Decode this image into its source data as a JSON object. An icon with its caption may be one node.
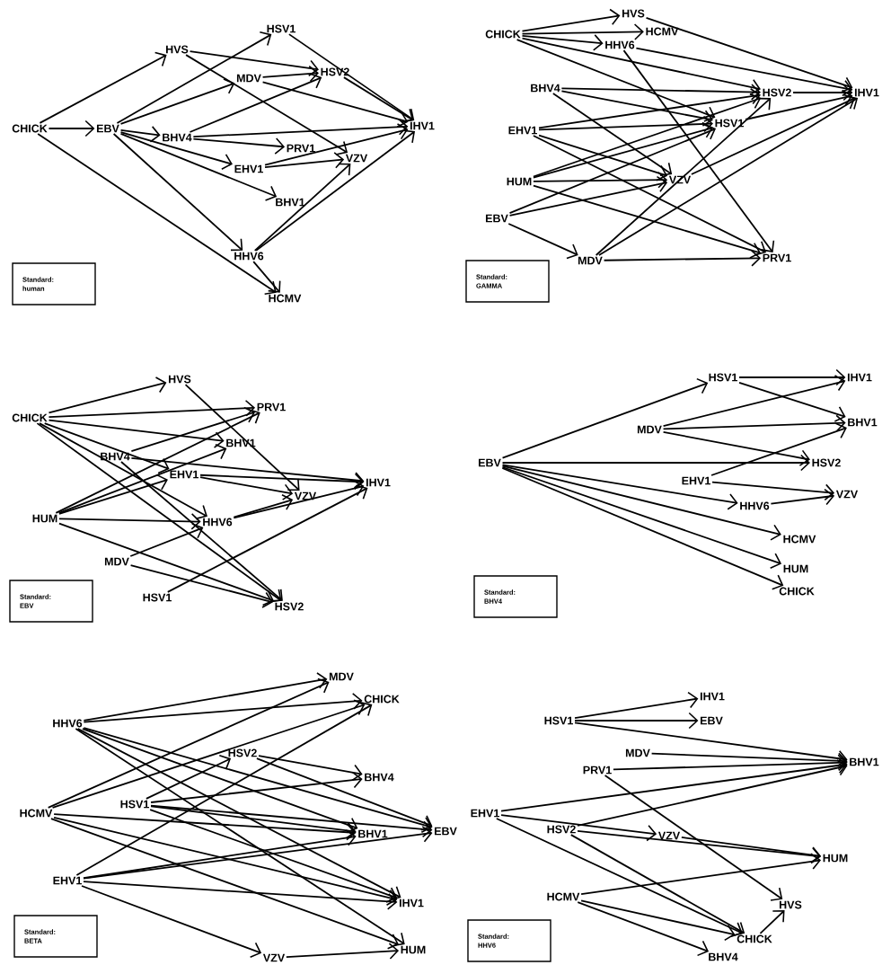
{
  "diagram": {
    "nodes": [
      {
        "text": [
          "CHICK"
        ]
      },
      {
        "text": [
          "EBV"
        ]
      },
      {
        "text": [
          "HVS"
        ]
      },
      {
        "text": [
          "HSV1"
        ]
      },
      {
        "text": [
          "MDV"
        ]
      },
      {
        "text": [
          "HSV2"
        ]
      },
      {
        "text": [
          "BHV4"
        ]
      },
      {
        "text": [
          "PRV1"
        ]
      },
      {
        "text": [
          "EHV1"
        ]
      },
      {
        "text": [
          "VZV"
        ]
      },
      {
        "text": [
          "IHV1"
        ]
      },
      {
        "text": [
          "BHV1"
        ]
      },
      {
        "text": [
          "HHV6"
        ]
      },
      {
        "text": [
          "HCMV"
        ]
      },
      {
        "text": [
          "Standard:",
          "human"
        ]
      },
      {
        "text": [
          "HVS"
        ]
      },
      {
        "text": [
          "CHICK"
        ]
      },
      {
        "text": [
          "HCMV"
        ]
      },
      {
        "text": [
          "HHV6"
        ]
      },
      {
        "text": [
          "BHV4"
        ]
      },
      {
        "text": [
          "HSV2"
        ]
      },
      {
        "text": [
          "IHV1"
        ]
      },
      {
        "text": [
          "EHV1"
        ]
      },
      {
        "text": [
          "HSV1"
        ]
      },
      {
        "text": [
          "HUM"
        ]
      },
      {
        "text": [
          "VZV"
        ]
      },
      {
        "text": [
          "EBV"
        ]
      },
      {
        "text": [
          "MDV"
        ]
      },
      {
        "text": [
          "PRV1"
        ]
      },
      {
        "text": [
          "Standard:",
          "GAMMA"
        ]
      },
      {
        "text": [
          "HVS"
        ]
      },
      {
        "text": [
          "CHICK"
        ]
      },
      {
        "text": [
          "PRV1"
        ]
      },
      {
        "text": [
          "BHV1"
        ]
      },
      {
        "text": [
          "BHV4"
        ]
      },
      {
        "text": [
          "EHV1"
        ]
      },
      {
        "text": [
          "IHV1"
        ]
      },
      {
        "text": [
          "VZV"
        ]
      },
      {
        "text": [
          "HUM"
        ]
      },
      {
        "text": [
          "HHV6"
        ]
      },
      {
        "text": [
          "MDV"
        ]
      },
      {
        "text": [
          "HSV1"
        ]
      },
      {
        "text": [
          "HSV2"
        ]
      },
      {
        "text": [
          "Standard:",
          "EBV"
        ]
      },
      {
        "text": [
          "HSV1"
        ]
      },
      {
        "text": [
          "IHV1"
        ]
      },
      {
        "text": [
          "MDV"
        ]
      },
      {
        "text": [
          "BHV1"
        ]
      },
      {
        "text": [
          "EBV"
        ]
      },
      {
        "text": [
          "HSV2"
        ]
      },
      {
        "text": [
          "EHV1"
        ]
      },
      {
        "text": [
          "VZV"
        ]
      },
      {
        "text": [
          "HHV6"
        ]
      },
      {
        "text": [
          "HCMV"
        ]
      },
      {
        "text": [
          "HUM"
        ]
      },
      {
        "text": [
          "CHICK"
        ]
      },
      {
        "text": [
          "Standard:",
          "BHV4"
        ]
      },
      {
        "text": [
          "MDV"
        ]
      },
      {
        "text": [
          "CHICK"
        ]
      },
      {
        "text": [
          "HHV6"
        ]
      },
      {
        "text": [
          "HSV2"
        ]
      },
      {
        "text": [
          "BHV4"
        ]
      },
      {
        "text": [
          "HCMV"
        ]
      },
      {
        "text": [
          "HSV1"
        ]
      },
      {
        "text": [
          "BHV1"
        ]
      },
      {
        "text": [
          "EBV"
        ]
      },
      {
        "text": [
          "EHV1"
        ]
      },
      {
        "text": [
          "IHV1"
        ]
      },
      {
        "text": [
          "HUM"
        ]
      },
      {
        "text": [
          "VZV"
        ]
      },
      {
        "text": [
          "Standard:",
          "BETA"
        ]
      },
      {
        "text": [
          "IHV1"
        ]
      },
      {
        "text": [
          "HSV1"
        ]
      },
      {
        "text": [
          "EBV"
        ]
      },
      {
        "text": [
          "MDV"
        ]
      },
      {
        "text": [
          "BHV1"
        ]
      },
      {
        "text": [
          "PRV1"
        ]
      },
      {
        "text": [
          "EHV1"
        ]
      },
      {
        "text": [
          "HSV2"
        ]
      },
      {
        "text": [
          "VZV"
        ]
      },
      {
        "text": [
          "HUM"
        ]
      },
      {
        "text": [
          "HCMV"
        ]
      },
      {
        "text": [
          "HVS"
        ]
      },
      {
        "text": [
          "CHICK"
        ]
      },
      {
        "text": [
          "BHV4"
        ]
      },
      {
        "text": [
          "Standard:",
          "HHV6"
        ]
      }
    ],
    "edges": [
      {
        "from": 0,
        "to": 2,
        "arrow": "to"
      },
      {
        "from": 0,
        "to": 1,
        "arrow": "to"
      },
      {
        "from": 0,
        "to": 13,
        "arrow": "to"
      },
      {
        "from": 1,
        "to": 3,
        "arrow": "to"
      },
      {
        "from": 1,
        "to": 4,
        "arrow": "to"
      },
      {
        "from": 1,
        "to": 6,
        "arrow": "to"
      },
      {
        "from": 1,
        "to": 8,
        "arrow": "to"
      },
      {
        "from": 1,
        "to": 11,
        "arrow": "to"
      },
      {
        "from": 1,
        "to": 12,
        "arrow": "to"
      },
      {
        "from": 2,
        "to": 5,
        "arrow": "to"
      },
      {
        "from": 2,
        "to": 9,
        "arrow": "to"
      },
      {
        "from": 3,
        "to": 10,
        "arrow": "to"
      },
      {
        "from": 4,
        "to": 5,
        "arrow": "to"
      },
      {
        "from": 4,
        "to": 10,
        "arrow": "to"
      },
      {
        "from": 5,
        "to": 10,
        "arrow": "to"
      },
      {
        "from": 6,
        "to": 5,
        "arrow": "to"
      },
      {
        "from": 6,
        "to": 10,
        "arrow": "to"
      },
      {
        "from": 6,
        "to": 7,
        "arrow": "to"
      },
      {
        "from": 8,
        "to": 9,
        "arrow": "to"
      },
      {
        "from": 8,
        "to": 10,
        "arrow": "to"
      },
      {
        "from": 12,
        "to": 9,
        "arrow": "to"
      },
      {
        "from": 12,
        "to": 10,
        "arrow": "to"
      },
      {
        "from": 12,
        "to": 13,
        "arrow": "to"
      },
      {
        "from": 16,
        "to": 15,
        "arrow": "to"
      },
      {
        "from": 16,
        "to": 17,
        "arrow": "to"
      },
      {
        "from": 16,
        "to": 18,
        "arrow": "to"
      },
      {
        "from": 16,
        "to": 20,
        "arrow": "to"
      },
      {
        "from": 16,
        "to": 23,
        "arrow": "to"
      },
      {
        "from": 15,
        "to": 21,
        "arrow": "to"
      },
      {
        "from": 18,
        "to": 21,
        "arrow": "to"
      },
      {
        "from": 18,
        "to": 28,
        "arrow": "to"
      },
      {
        "from": 19,
        "to": 20,
        "arrow": "to"
      },
      {
        "from": 19,
        "to": 23,
        "arrow": "to"
      },
      {
        "from": 19,
        "to": 25,
        "arrow": "to"
      },
      {
        "from": 22,
        "to": 20,
        "arrow": "to"
      },
      {
        "from": 22,
        "to": 23,
        "arrow": "to"
      },
      {
        "from": 22,
        "to": 25,
        "arrow": "to"
      },
      {
        "from": 22,
        "to": 28,
        "arrow": "to"
      },
      {
        "from": 24,
        "to": 20,
        "arrow": "to"
      },
      {
        "from": 24,
        "to": 23,
        "arrow": "to"
      },
      {
        "from": 24,
        "to": 25,
        "arrow": "to"
      },
      {
        "from": 24,
        "to": 28,
        "arrow": "to"
      },
      {
        "from": 26,
        "to": 23,
        "arrow": "to"
      },
      {
        "from": 26,
        "to": 25,
        "arrow": "to"
      },
      {
        "from": 26,
        "to": 27,
        "arrow": "to"
      },
      {
        "from": 27,
        "to": 20,
        "arrow": "to"
      },
      {
        "from": 27,
        "to": 21,
        "arrow": "to"
      },
      {
        "from": 27,
        "to": 28,
        "arrow": "to"
      },
      {
        "from": 23,
        "to": 21,
        "arrow": "to"
      },
      {
        "from": 20,
        "to": 21,
        "arrow": "to"
      },
      {
        "from": 25,
        "to": 21,
        "arrow": "to"
      },
      {
        "from": 31,
        "to": 30,
        "arrow": "to"
      },
      {
        "from": 31,
        "to": 32,
        "arrow": "to"
      },
      {
        "from": 31,
        "to": 33,
        "arrow": "to"
      },
      {
        "from": 31,
        "to": 35,
        "arrow": "to"
      },
      {
        "from": 31,
        "to": 39,
        "arrow": "to"
      },
      {
        "from": 31,
        "to": 42,
        "arrow": "to"
      },
      {
        "from": 30,
        "to": 37,
        "arrow": "to"
      },
      {
        "from": 34,
        "to": 32,
        "arrow": "to"
      },
      {
        "from": 34,
        "to": 42,
        "arrow": "to"
      },
      {
        "from": 34,
        "to": 36,
        "arrow": "to"
      },
      {
        "from": 35,
        "to": 36,
        "arrow": "to"
      },
      {
        "from": 35,
        "to": 37,
        "arrow": "to"
      },
      {
        "from": 38,
        "to": 32,
        "arrow": "to"
      },
      {
        "from": 38,
        "to": 33,
        "arrow": "to"
      },
      {
        "from": 38,
        "to": 35,
        "arrow": "to"
      },
      {
        "from": 38,
        "to": 39,
        "arrow": "to"
      },
      {
        "from": 38,
        "to": 42,
        "arrow": "to"
      },
      {
        "from": 39,
        "to": 37,
        "arrow": "to"
      },
      {
        "from": 39,
        "to": 36,
        "arrow": "to"
      },
      {
        "from": 40,
        "to": 39,
        "arrow": "to"
      },
      {
        "from": 40,
        "to": 42,
        "arrow": "to"
      },
      {
        "from": 41,
        "to": 36,
        "arrow": "to"
      },
      {
        "from": 48,
        "to": 44,
        "arrow": "to"
      },
      {
        "from": 48,
        "to": 49,
        "arrow": "to"
      },
      {
        "from": 48,
        "to": 52,
        "arrow": "to"
      },
      {
        "from": 48,
        "to": 53,
        "arrow": "to"
      },
      {
        "from": 48,
        "to": 54,
        "arrow": "to"
      },
      {
        "from": 48,
        "to": 55,
        "arrow": "to"
      },
      {
        "from": 44,
        "to": 45,
        "arrow": "to"
      },
      {
        "from": 44,
        "to": 47,
        "arrow": "to"
      },
      {
        "from": 46,
        "to": 45,
        "arrow": "to"
      },
      {
        "from": 46,
        "to": 47,
        "arrow": "to"
      },
      {
        "from": 46,
        "to": 49,
        "arrow": "to"
      },
      {
        "from": 50,
        "to": 47,
        "arrow": "to"
      },
      {
        "from": 50,
        "to": 51,
        "arrow": "to"
      },
      {
        "from": 52,
        "to": 51,
        "arrow": "to"
      },
      {
        "from": 59,
        "to": 57,
        "arrow": "to"
      },
      {
        "from": 59,
        "to": 58,
        "arrow": "to"
      },
      {
        "from": 59,
        "to": 65,
        "arrow": "to"
      },
      {
        "from": 59,
        "to": 64,
        "arrow": "to"
      },
      {
        "from": 59,
        "to": 67,
        "arrow": "to"
      },
      {
        "from": 59,
        "to": 68,
        "arrow": "to"
      },
      {
        "from": 62,
        "to": 57,
        "arrow": "to"
      },
      {
        "from": 62,
        "to": 58,
        "arrow": "to"
      },
      {
        "from": 62,
        "to": 64,
        "arrow": "to"
      },
      {
        "from": 62,
        "to": 67,
        "arrow": "to"
      },
      {
        "from": 62,
        "to": 68,
        "arrow": "to"
      },
      {
        "from": 60,
        "to": 61,
        "arrow": "to"
      },
      {
        "from": 60,
        "to": 65,
        "arrow": "to"
      },
      {
        "from": 63,
        "to": 60,
        "arrow": "to"
      },
      {
        "from": 63,
        "to": 61,
        "arrow": "to"
      },
      {
        "from": 63,
        "to": 64,
        "arrow": "to"
      },
      {
        "from": 63,
        "to": 65,
        "arrow": "to"
      },
      {
        "from": 63,
        "to": 67,
        "arrow": "to"
      },
      {
        "from": 66,
        "to": 58,
        "arrow": "to"
      },
      {
        "from": 66,
        "to": 64,
        "arrow": "to"
      },
      {
        "from": 66,
        "to": 65,
        "arrow": "to"
      },
      {
        "from": 66,
        "to": 67,
        "arrow": "to"
      },
      {
        "from": 66,
        "to": 69,
        "arrow": "to"
      },
      {
        "from": 69,
        "to": 68,
        "arrow": "to"
      },
      {
        "from": 72,
        "to": 71,
        "arrow": "to"
      },
      {
        "from": 72,
        "to": 73,
        "arrow": "to"
      },
      {
        "from": 72,
        "to": 75,
        "arrow": "to"
      },
      {
        "from": 74,
        "to": 75,
        "arrow": "to"
      },
      {
        "from": 76,
        "to": 75,
        "arrow": "to"
      },
      {
        "from": 76,
        "to": 82,
        "arrow": "to"
      },
      {
        "from": 77,
        "to": 75,
        "arrow": "to"
      },
      {
        "from": 77,
        "to": 79,
        "arrow": "to"
      },
      {
        "from": 77,
        "to": 83,
        "arrow": "to"
      },
      {
        "from": 78,
        "to": 75,
        "arrow": "to"
      },
      {
        "from": 78,
        "to": 80,
        "arrow": "to"
      },
      {
        "from": 78,
        "to": 83,
        "arrow": "to"
      },
      {
        "from": 79,
        "to": 80,
        "arrow": "to"
      },
      {
        "from": 81,
        "to": 80,
        "arrow": "to"
      },
      {
        "from": 81,
        "to": 83,
        "arrow": "to"
      },
      {
        "from": 81,
        "to": 84,
        "arrow": "to"
      },
      {
        "from": 83,
        "to": 82,
        "arrow": "to"
      }
    ]
  }
}
